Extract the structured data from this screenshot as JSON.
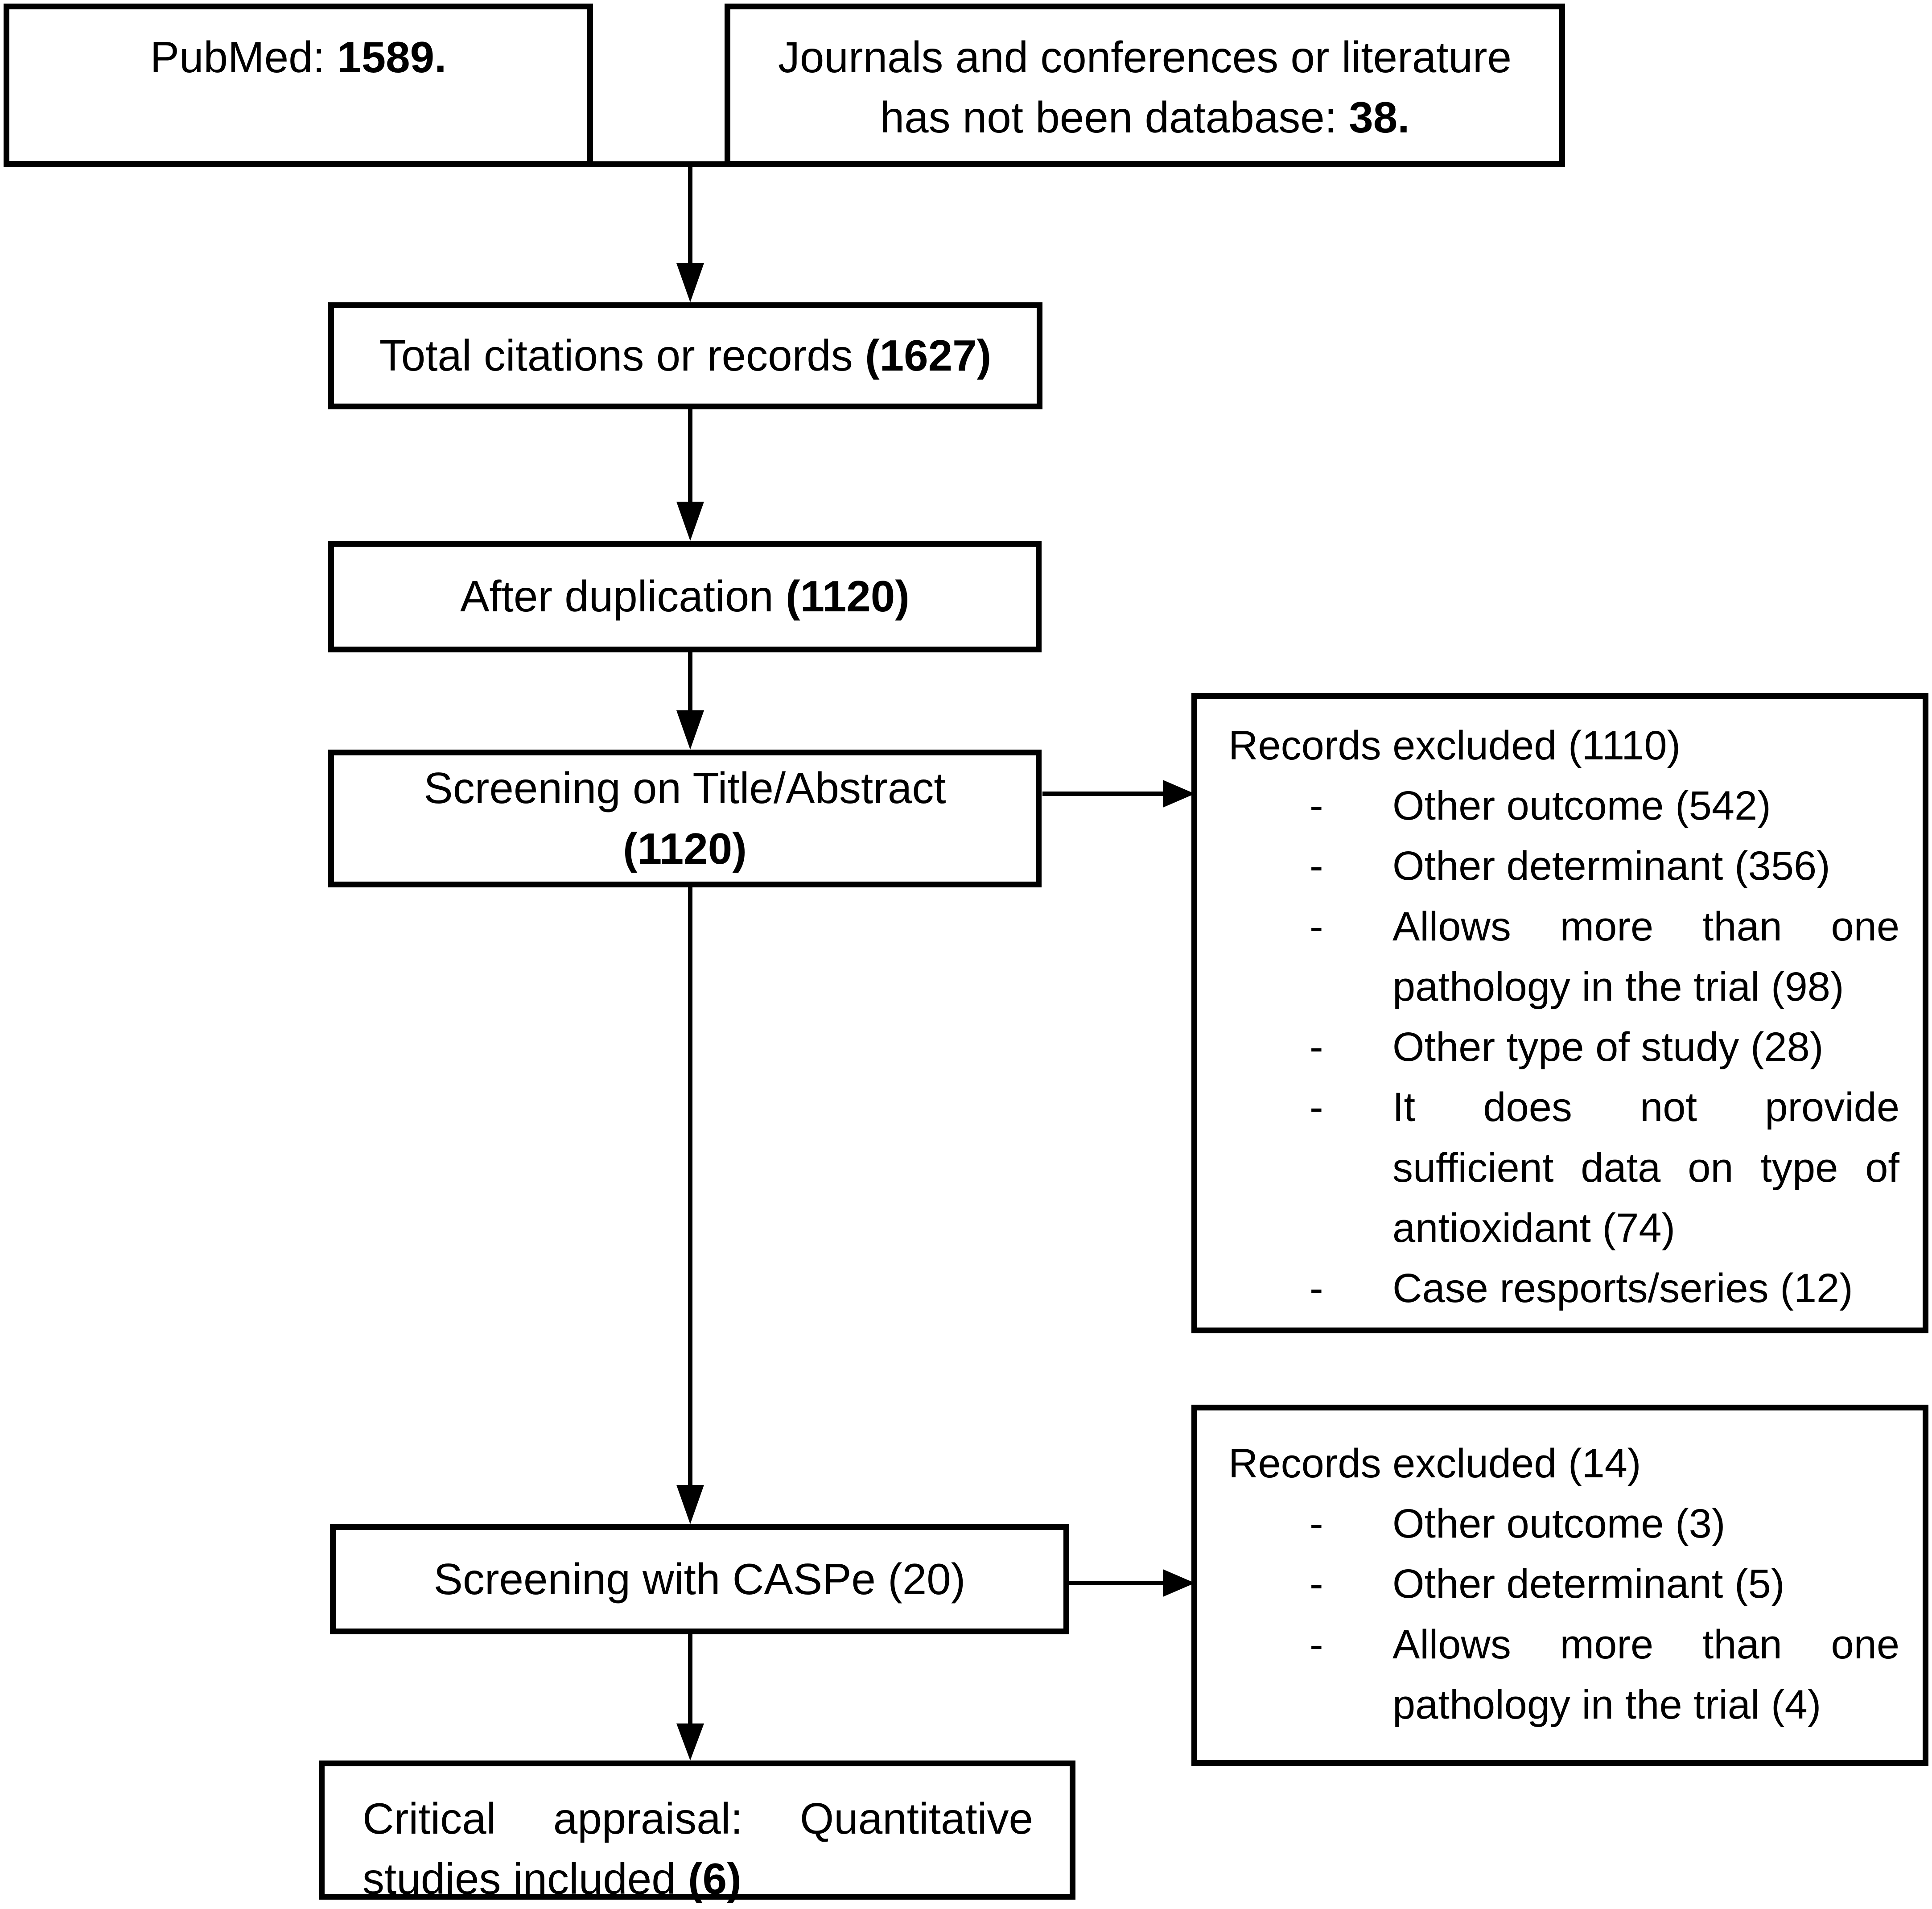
{
  "flowchart": {
    "colors": {
      "ink": "#000000",
      "paper": "#ffffff"
    },
    "sources": {
      "pubmed_prefix": "PubMed: ",
      "pubmed_count": "1589.",
      "journals_line1": "Journals and conferences or literature",
      "journals_line2_prefix": "has not been database: ",
      "journals_line2_count": "38."
    },
    "steps": {
      "total": {
        "prefix": "Total citations or records ",
        "count": "(1627)"
      },
      "dedup": {
        "prefix": "After duplication ",
        "count": "(1120)"
      },
      "screening": {
        "line1": "Screening on Title/Abstract",
        "count": "(1120)"
      },
      "caspe": {
        "label": "Screening with CASPe (20)"
      },
      "critical": {
        "line1": "Critical appraisal: Quantitative",
        "line2_prefix": "studies included ",
        "count": "(6)"
      }
    },
    "excluded_title_abstract": {
      "title": "Records excluded (1110)",
      "marker": "-",
      "items": [
        {
          "lines": [
            {
              "text": "Other outcome (542)"
            }
          ]
        },
        {
          "lines": [
            {
              "text": "Other determinant (356)"
            }
          ]
        },
        {
          "lines": [
            {
              "text": "Allows more than one"
            },
            {
              "text": "pathology in the trial (98)"
            }
          ]
        },
        {
          "lines": [
            {
              "text": "Other type of study (28)"
            }
          ]
        },
        {
          "lines": [
            {
              "text": "It does not provide"
            },
            {
              "text": "sufficient data on type of"
            },
            {
              "text": "antioxidant (74)"
            }
          ]
        },
        {
          "lines": [
            {
              "text": "Case resports/series (12)"
            }
          ]
        }
      ]
    },
    "excluded_caspe": {
      "title": "Records excluded (14)",
      "marker": "-",
      "items": [
        {
          "lines": [
            {
              "text": "Other outcome (3)"
            }
          ]
        },
        {
          "lines": [
            {
              "text": "Other determinant (5)"
            }
          ]
        },
        {
          "lines": [
            {
              "text": "Allows more than one"
            },
            {
              "text": "pathology in the trial (4)"
            }
          ]
        }
      ]
    }
  }
}
